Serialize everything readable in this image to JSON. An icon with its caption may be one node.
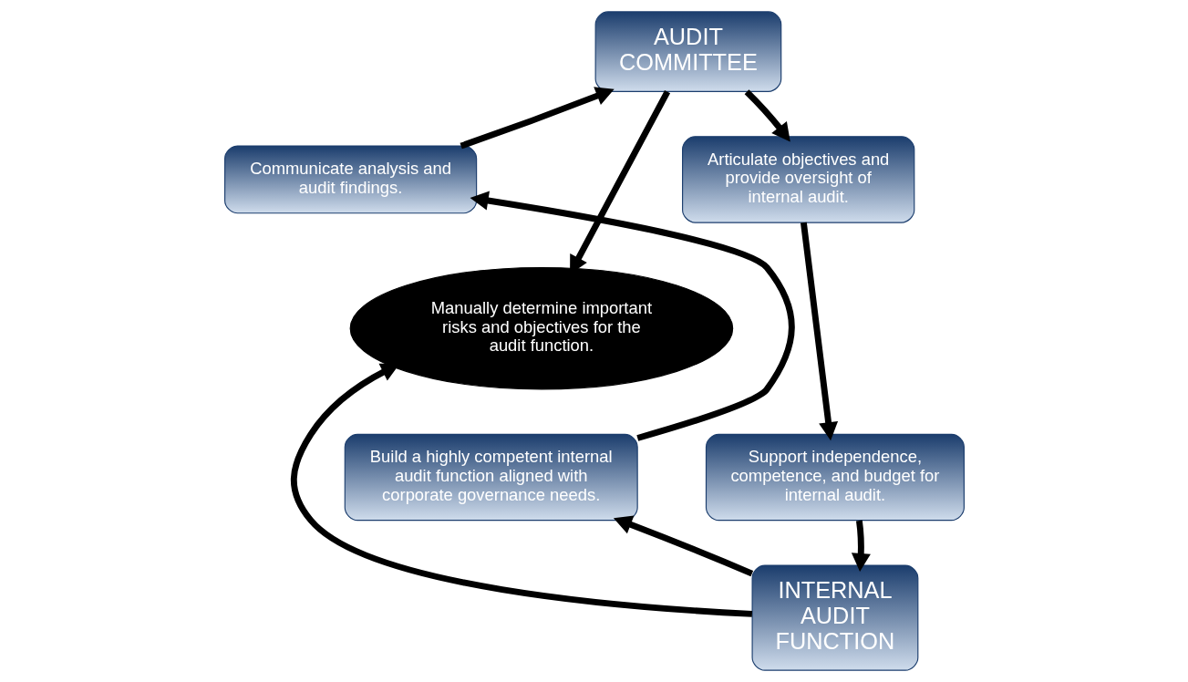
{
  "diagram": {
    "nodes": [
      {
        "text": [
          "AUDIT COMMITTEE"
        ]
      },
      {
        "text": [
          "Articulate objectives and provide oversight of internal audit."
        ]
      },
      {
        "text": [
          "Support independence, competence, and budget for internal audit."
        ]
      },
      {
        "text": [
          "INTERNAL AUDIT FUNCTION"
        ]
      },
      {
        "text": [
          "Build a highly competent internal audit function aligned with corporate governance needs."
        ]
      },
      {
        "text": [
          "Communicate analysis and audit findings."
        ]
      },
      {
        "text": [
          "Manually determine important risks and objectives for the audit function."
        ]
      }
    ],
    "edges": [
      {
        "from": 0,
        "to": 1,
        "arrow": "to"
      },
      {
        "from": 1,
        "to": 2,
        "arrow": "to"
      },
      {
        "from": 2,
        "to": 3,
        "arrow": "to"
      },
      {
        "from": 3,
        "to": 4,
        "arrow": "to"
      },
      {
        "from": 4,
        "to": 5,
        "arrow": "to"
      },
      {
        "from": 5,
        "to": 0,
        "arrow": "to"
      },
      {
        "from": 0,
        "to": 6,
        "arrow": "to"
      },
      {
        "from": 3,
        "to": 6,
        "arrow": "to"
      }
    ]
  }
}
